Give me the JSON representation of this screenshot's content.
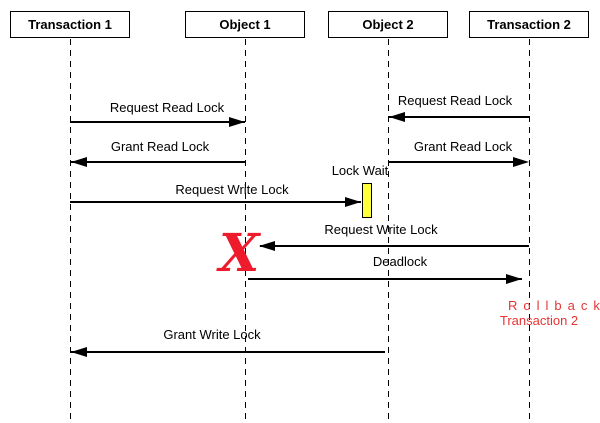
{
  "diagram": {
    "type": "sequence-diagram",
    "actors": [
      {
        "id": "transaction-1",
        "label": "Transaction 1"
      },
      {
        "id": "object-1",
        "label": "Object 1"
      },
      {
        "id": "object-2",
        "label": "Object 2"
      },
      {
        "id": "transaction-2",
        "label": "Transaction 2"
      }
    ],
    "messages": [
      {
        "label": "Request Read Lock",
        "from": "Transaction 1",
        "to": "Object 1",
        "direction": "right"
      },
      {
        "label": "Request Read Lock",
        "from": "Transaction 2",
        "to": "Object 2",
        "direction": "left"
      },
      {
        "label": "Grant Read Lock",
        "from": "Object 1",
        "to": "Transaction 1",
        "direction": "left"
      },
      {
        "label": "Grant Read Lock",
        "from": "Object 2",
        "to": "Transaction 2",
        "direction": "right"
      },
      {
        "label": "Request Write Lock",
        "from": "Transaction 1",
        "to": "Object 2",
        "direction": "right",
        "result": "lock wait"
      },
      {
        "label": "Request Write Lock",
        "from": "Transaction 2",
        "to": "Object 1",
        "direction": "left",
        "result": "blocked"
      },
      {
        "label": "Deadlock",
        "from": "Object 1",
        "to": "Transaction 2",
        "direction": "right"
      },
      {
        "label": "Grant Write Lock",
        "from": "Object 2",
        "to": "Transaction 1",
        "direction": "left"
      }
    ],
    "annotations": {
      "lock_wait_label": "Lock Wait",
      "blocked_marker": "X",
      "rollback_line1": "Rollback",
      "rollback_line2": "Transaction 2"
    },
    "colors": {
      "lock_wait_fill": "#ffff3d",
      "blocked_marker_red": "#ee1b2c",
      "rollback_text_red": "#e53535",
      "line_black": "#000000",
      "background": "#ffffff"
    }
  }
}
